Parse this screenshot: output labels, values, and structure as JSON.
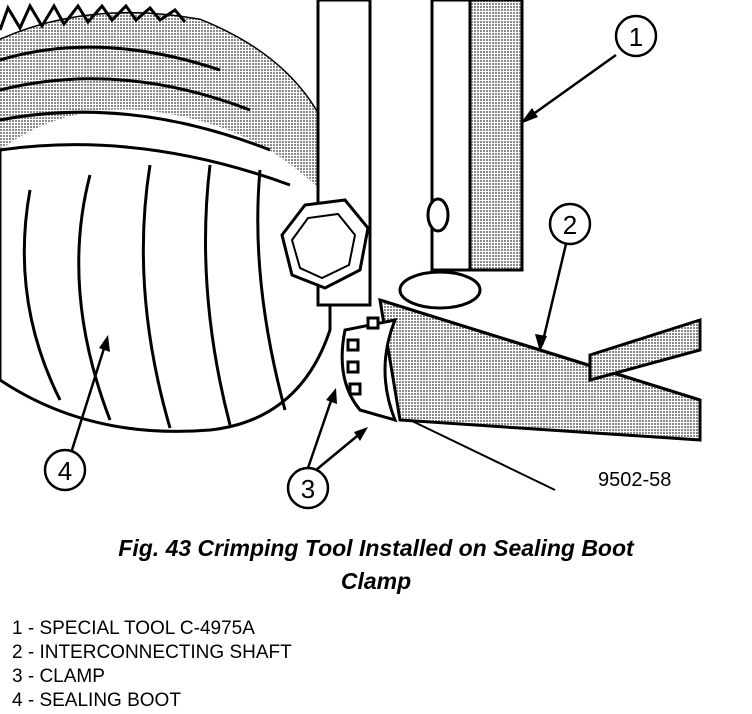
{
  "figure": {
    "code": "9502-58",
    "callouts": [
      "1",
      "2",
      "3",
      "4"
    ],
    "caption_line1": "Fig. 43 Crimping Tool Installed on Sealing Boot",
    "caption_line2": "Clamp"
  },
  "legend": [
    "1 - SPECIAL TOOL C-4975A",
    "2 - INTERCONNECTING SHAFT",
    "3 - CLAMP",
    "4 - SEALING BOOT"
  ],
  "colors": {
    "ink": "#000000",
    "shade": "#9a9a9a",
    "paper": "#ffffff"
  }
}
